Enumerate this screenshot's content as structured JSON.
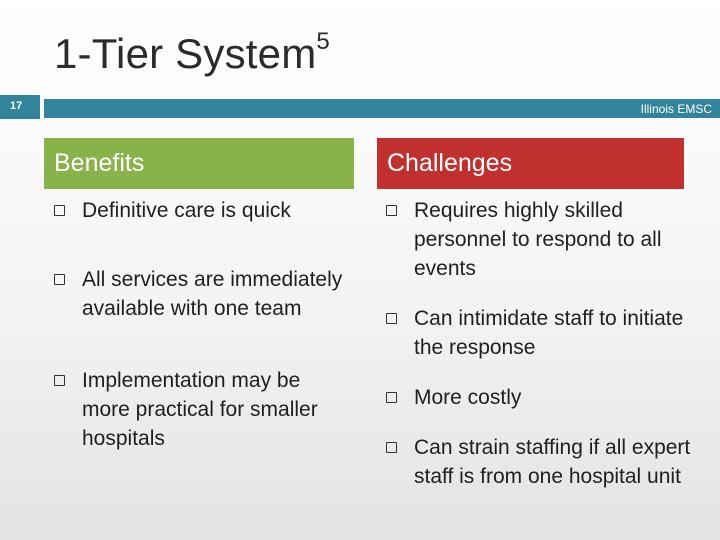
{
  "title": {
    "text": "1-Tier System",
    "superscript": "5"
  },
  "slide_number": "17",
  "organization": "Illinois EMSC",
  "benefits": {
    "heading": "Benefits",
    "items": [
      "Definitive care is quick",
      "All services are immediately available with one team",
      "Implementation may be more practical for smaller hospitals"
    ]
  },
  "challenges": {
    "heading": "Challenges",
    "items": [
      "Requires highly skilled personnel to respond to all events",
      "Can intimidate staff to initiate the response",
      "More costly",
      "Can strain staffing if all expert staff is from one hospital unit"
    ]
  },
  "colors": {
    "accent_teal": "#31849b",
    "benefits_green": "#8ab24a",
    "challenges_red": "#c0302f"
  },
  "icons": {
    "bullet": "square-outline-icon"
  }
}
